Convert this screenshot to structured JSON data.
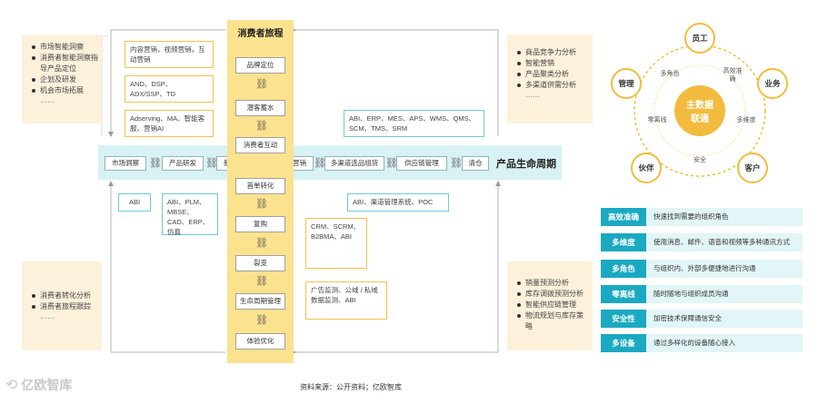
{
  "journey": {
    "title": "消费者旅程",
    "steps": [
      "品牌定位",
      "潜客蓄水",
      "消费者互动",
      "首单转化",
      "复购",
      "裂变",
      "生命周期管理",
      "体验优化"
    ]
  },
  "lifecycle": {
    "title": "产品生命周期",
    "steps": [
      "市场洞察",
      "产品研发",
      "新品上市",
      "爆品营销",
      "多渠道选品组货",
      "供应链管理",
      "清仓"
    ]
  },
  "corners": {
    "top_left": [
      "市场智能洞察",
      "消费者智能洞察指导产品定位",
      "企划及研发",
      "机会市场拓展"
    ],
    "top_right": [
      "商品竞争力分析",
      "智能营销",
      "产品聚类分析",
      "多渠道供需分析"
    ],
    "bottom_left": [
      "消费者转化分析",
      "消费者旅程跟踪"
    ],
    "bottom_right": [
      "销量预测分析",
      "库存调拨预测分析",
      "智能供应链管理",
      "物流规划与库存策略"
    ],
    "ellipsis": "……"
  },
  "tool_boxes": {
    "marketing_1": "内容营销，视频营销，互动营销",
    "marketing_2": "AND、DSP、ADX/SSP、TD",
    "marketing_3": "Adserving、MA、智能客服、营销AI",
    "erp_systems": "ABI、ERP、MES、APS、WMS、QMS、SCM、TMS、SRM",
    "abi": "ABI",
    "rd_tools": "ABI、PLM、MBSE、CAD、ERP、仿真",
    "channel": "ABI、渠道管理系统、POC",
    "crm": "CRM、SCRM、B2BMA、ABI",
    "ads": "广告监测、公域 / 私域数据监测、ABI"
  },
  "master_data": {
    "center_line1": "主数据",
    "center_line2": "联通",
    "outer": [
      "员工",
      "业务",
      "客户",
      "伙伴",
      "管理"
    ],
    "inner": [
      "高效准确",
      "多维度",
      "安全",
      "零离线",
      "多角色"
    ]
  },
  "features": [
    {
      "title": "高效准确",
      "desc": "快速找到需要的组织角色"
    },
    {
      "title": "多维度",
      "desc": "使用消息、邮件、语音和视频等多种通讯方式"
    },
    {
      "title": "多角色",
      "desc": "与组织内、外部多便捷地进行沟通"
    },
    {
      "title": "零离线",
      "desc": "随时随地与组织成员沟通"
    },
    {
      "title": "安全性",
      "desc": "加密技术保障通信安全"
    },
    {
      "title": "多设备",
      "desc": "通过多样化的设备随心接入"
    }
  ],
  "source": "资料来源：公开资料；亿欧智库",
  "logo_text": "亿欧智库",
  "colors": {
    "teal": "#1ba9c2",
    "light_teal": "#d8f1f4",
    "orange": "#f3bb3e",
    "cream": "#fdf1dc",
    "yellow": "#fbe28e"
  }
}
